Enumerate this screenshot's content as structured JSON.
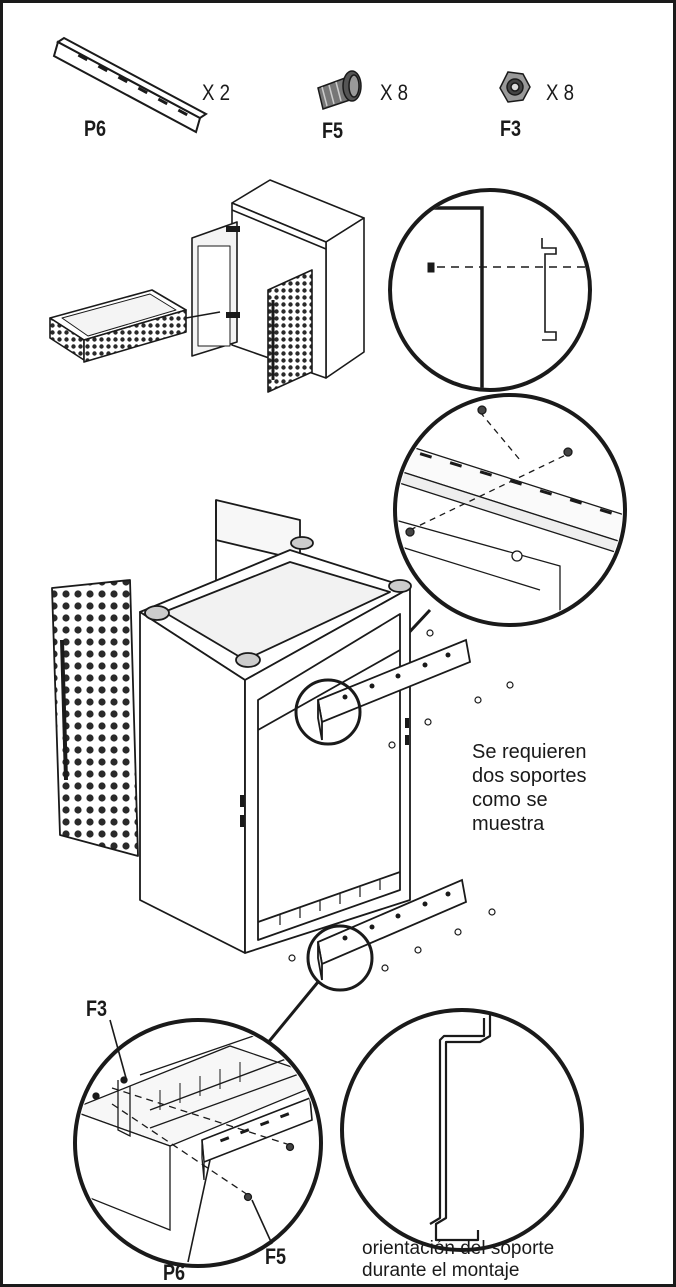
{
  "parts": [
    {
      "id": "P6",
      "quantity": "X 2",
      "icon": "bracket-rail-icon"
    },
    {
      "id": "F5",
      "quantity": "X 8",
      "icon": "bolt-icon"
    },
    {
      "id": "F3",
      "quantity": "X 8",
      "icon": "nut-icon"
    }
  ],
  "callouts": {
    "top_left": "F3",
    "bottom_p6": "P6",
    "bottom_f5": "F5"
  },
  "notes": {
    "two_brackets_line1": "Se requieren",
    "two_brackets_line2": "dos soportes",
    "two_brackets_line3": "como se",
    "two_brackets_line4": "muestra",
    "orientation_line1": "orientación del soporte",
    "orientation_line2": "durante el montaje"
  },
  "colors": {
    "line": "#1a1a1a",
    "background": "#ffffff"
  }
}
